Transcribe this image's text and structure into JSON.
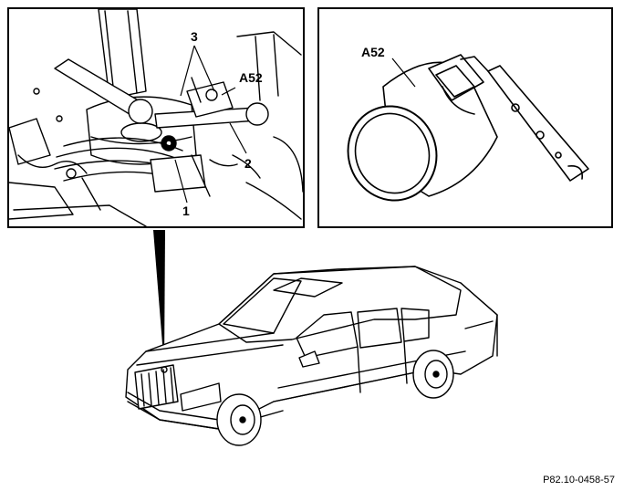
{
  "figure": {
    "detail_left": {
      "callouts": [
        "1",
        "2",
        "3"
      ],
      "component_label": "A52"
    },
    "detail_right": {
      "component_label": "A52"
    },
    "reference_code": "P82.10-0458-57"
  }
}
